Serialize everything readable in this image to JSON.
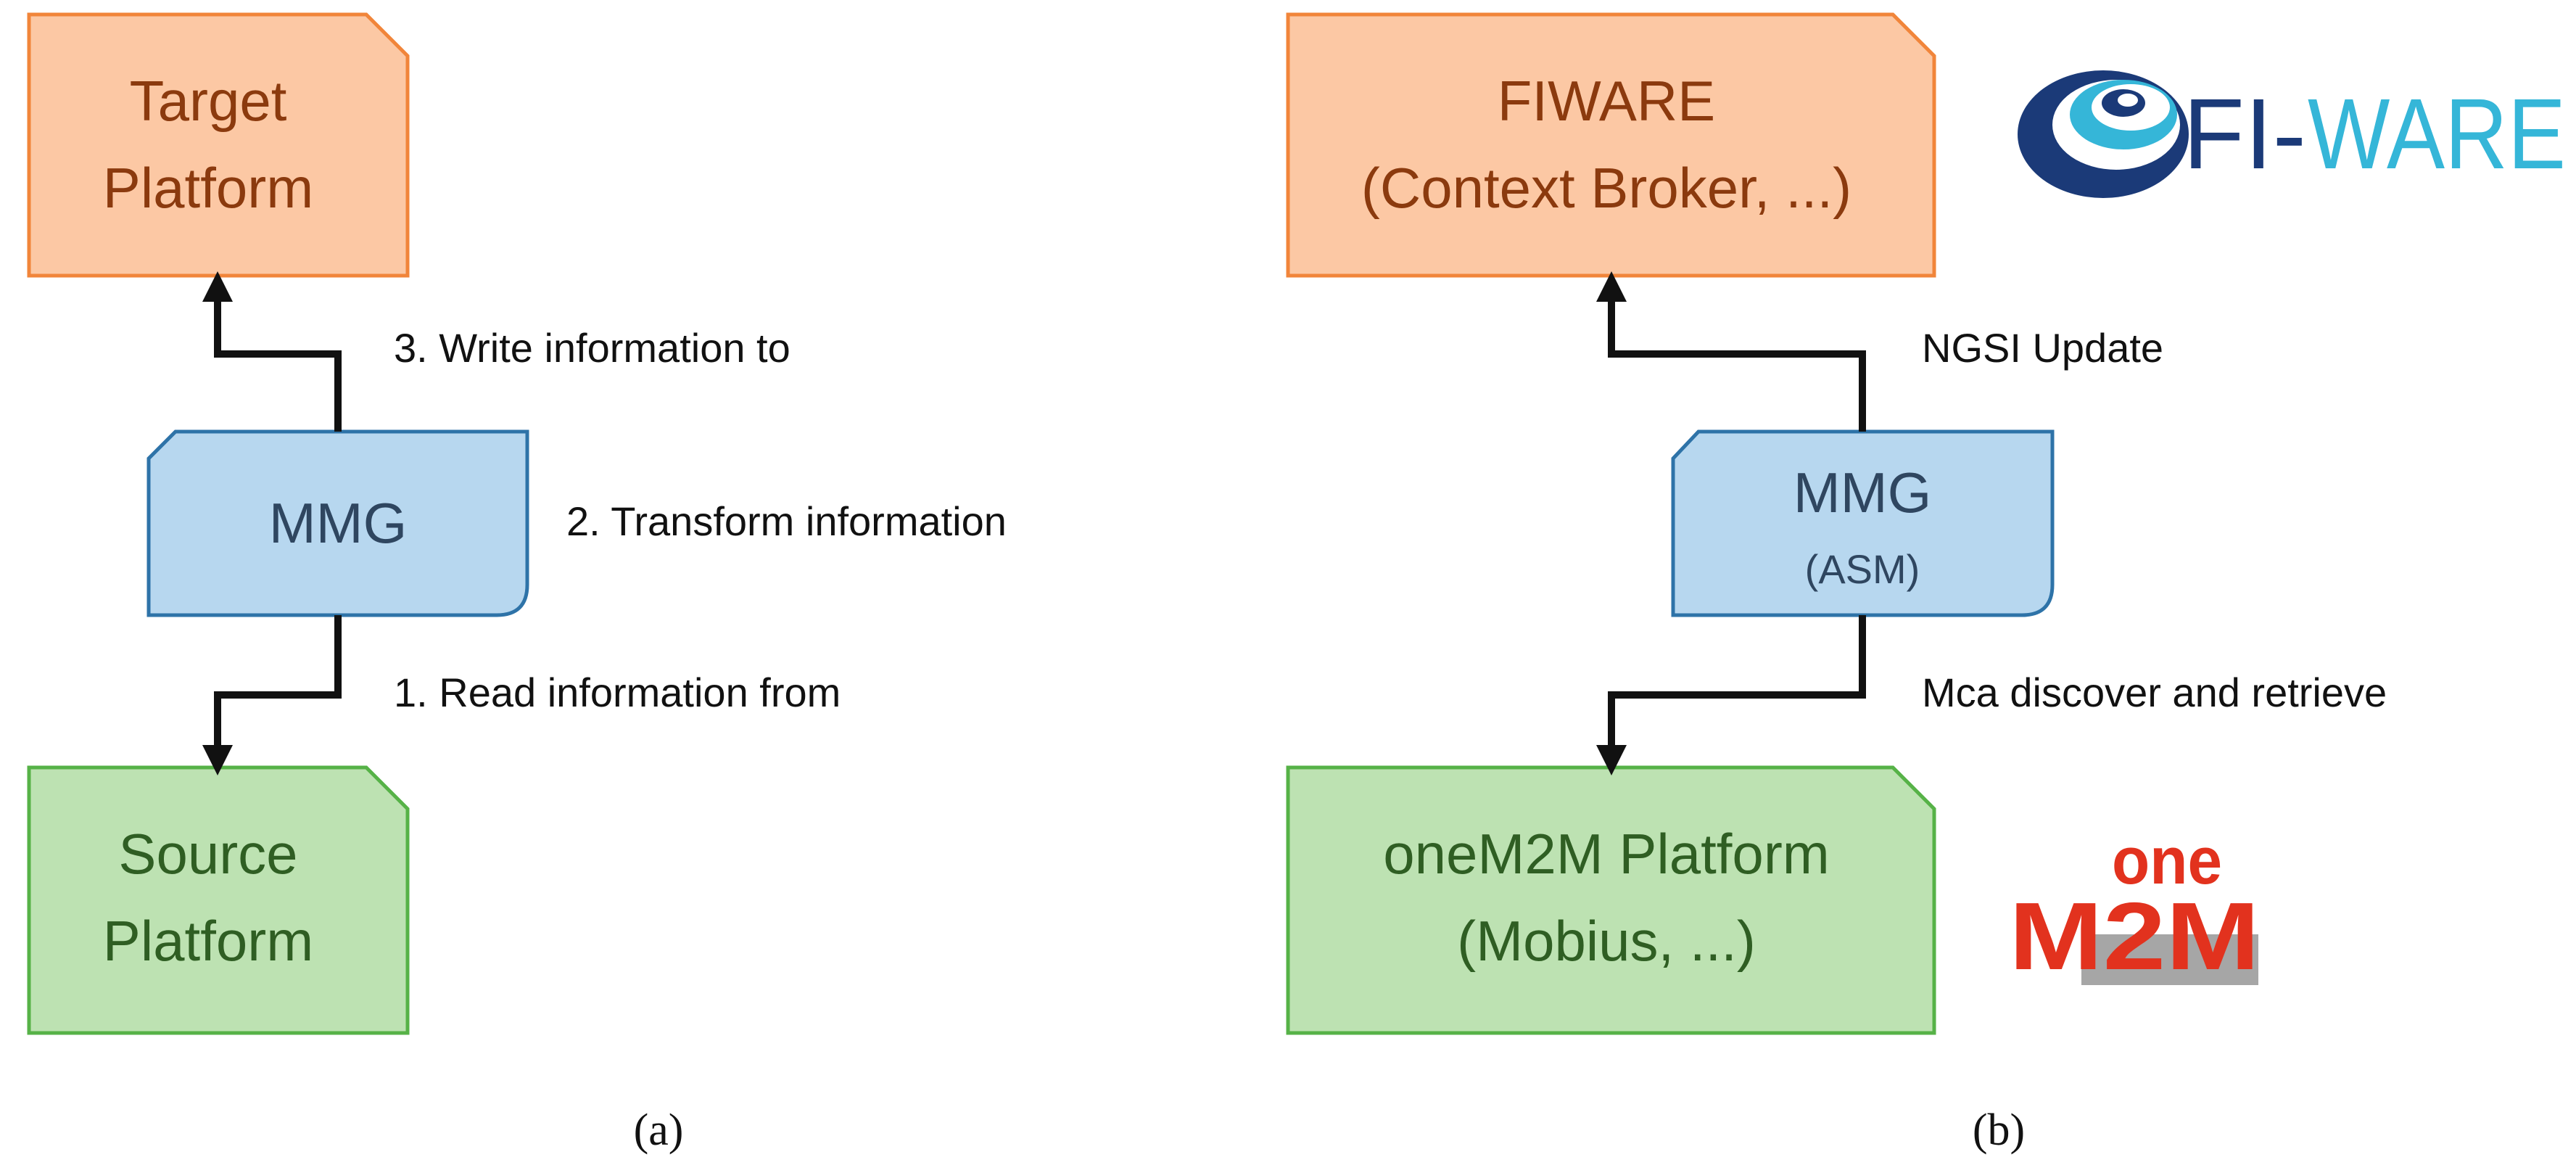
{
  "colors": {
    "orange_fill": "#FCC8A4",
    "orange_stroke": "#F1853A",
    "orange_text": "#8B3A0E",
    "blue_fill": "#B7D7EF",
    "blue_stroke": "#2E73A8",
    "blue_text": "#2F4660",
    "green_fill": "#BDE2B2",
    "green_stroke": "#56B247",
    "green_text": "#2F5E23",
    "label_text": "#111111",
    "fiware_dark": "#1B3A78",
    "fiware_light": "#35B6D8",
    "onem2m_red": "#E2321E",
    "onem2m_gray": "#A6A6A6"
  },
  "panel_a": {
    "target": {
      "line1": "Target",
      "line2": "Platform"
    },
    "mmg": {
      "label": "MMG"
    },
    "source": {
      "line1": "Source",
      "line2": "Platform"
    },
    "step3": "3. Write information to",
    "step2": "2. Transform information",
    "step1": "1. Read information from",
    "caption": "(a)"
  },
  "panel_b": {
    "fiware_box": {
      "line1": "FIWARE",
      "line2": "(Context Broker, ...)"
    },
    "mmg": {
      "label": "MMG",
      "sub": "(ASM)"
    },
    "onem2m_box": {
      "line1": "oneM2M Platform",
      "line2": "(Mobius, ...)"
    },
    "update_label": "NGSI Update",
    "retrieve_label": "Mca discover and retrieve",
    "caption": "(b)"
  },
  "logos": {
    "fiware": {
      "text_dark": "FI-",
      "text_light": "WARE"
    },
    "onem2m": {
      "top": "one",
      "bottom": "M2M"
    }
  }
}
